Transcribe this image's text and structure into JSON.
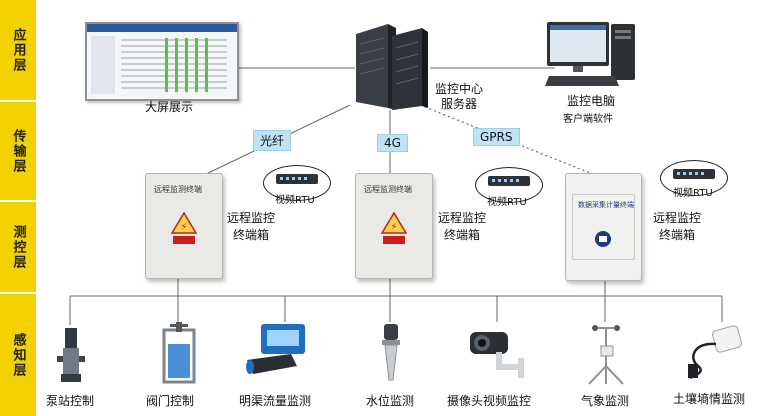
{
  "layers": [
    "应用层",
    "传输层",
    "测控层",
    "感知层"
  ],
  "application": {
    "big_screen_label": "大屏展示",
    "server_label_line1": "监控中心",
    "server_label_line2": "服务器",
    "pc_label": "监控电脑",
    "pc_sublabel": "客户端软件"
  },
  "transport": {
    "fiber_label": "光纤",
    "g4_label": "4G",
    "gprs_label": "GPRS"
  },
  "control": {
    "terminal_label_line1": "远程监控",
    "terminal_label_line2": "终端箱",
    "rtu_label": "视频RTU",
    "box_header": "远程监测终端",
    "box3_header": "数据采集计量终端"
  },
  "sensors": [
    {
      "label": "泵站控制",
      "icon": "pump-icon"
    },
    {
      "label": "阀门控制",
      "icon": "gate-valve-icon"
    },
    {
      "label": "明渠流量监测",
      "icon": "flowmeter-icon"
    },
    {
      "label": "水位监测",
      "icon": "radar-level-icon"
    },
    {
      "label": "摄像头视频监控",
      "icon": "camera-icon"
    },
    {
      "label": "气象监测",
      "icon": "weather-station-icon"
    },
    {
      "label": "土壤墒情监测",
      "icon": "soil-sensor-icon"
    }
  ],
  "colors": {
    "layer_bar": "#f2d100",
    "tag_bg": "#bfe3f6",
    "line": "#555555"
  }
}
